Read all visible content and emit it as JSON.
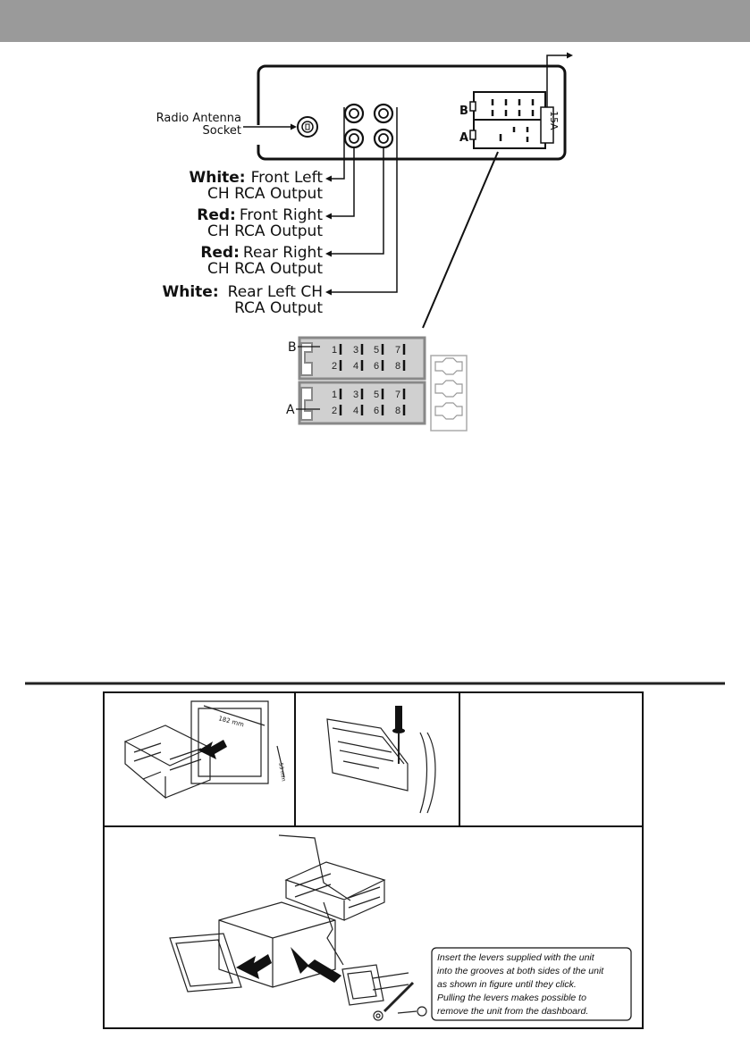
{
  "labels": {
    "antenna_line1": "Radio Antenna",
    "antenna_line2": "Socket",
    "out1_color": "White:",
    "out1_rest": "Front Left",
    "out1_line2": "CH RCA Output",
    "out2_color": "Red:",
    "out2_rest": "Front Right",
    "out2_line2": "CH RCA Output",
    "out3_color": "Red:",
    "out3_rest": "Rear Right",
    "out3_line2": "CH RCA Output",
    "out4_color": "White:",
    "out4_rest": "Rear Left CH",
    "out4_line2": "RCA Output"
  },
  "connector": {
    "block_b": "B",
    "block_a": "A",
    "fuse": "15A",
    "pins_top": [
      "1",
      "3",
      "5",
      "7"
    ],
    "pins_bottom": [
      "2",
      "4",
      "6",
      "8"
    ]
  },
  "install": {
    "width_dim": "182 mm",
    "height_dim": "53 mm",
    "note_line1": "Insert the levers supplied with the unit",
    "note_line2": "into the grooves at both sides of the unit",
    "note_line3": "as shown in figure until they click.",
    "note_line4": "Pulling the levers makes possible to",
    "note_line5": "remove the unit from the dashboard."
  },
  "colors": {
    "header": "#9a9a9a",
    "connector_fill": "#d0d0d0",
    "connector_edge": "#888888"
  }
}
